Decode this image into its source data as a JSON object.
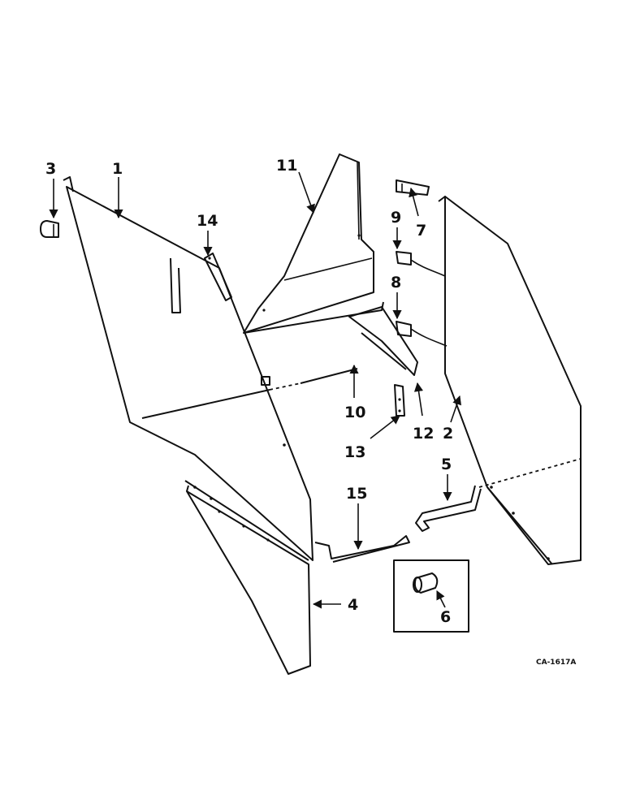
{
  "callouts": [
    "1",
    "2",
    "3",
    "4",
    "5",
    "6",
    "7",
    "8",
    "9",
    "10",
    "11",
    "12",
    "13",
    "14",
    "15"
  ],
  "reference": "CA-1617A",
  "colors": {
    "ink": "#111111",
    "paper": "#ffffff"
  }
}
